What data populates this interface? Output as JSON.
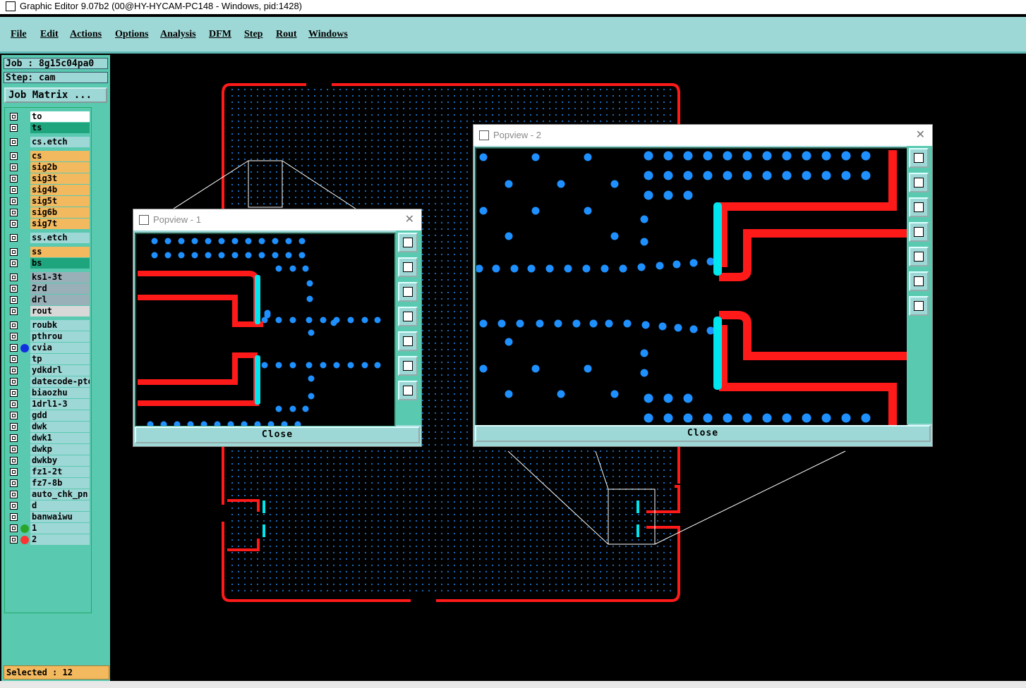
{
  "window": {
    "title": "Graphic Editor 9.07b2 (00@HY-HYCAM-PC148 - Windows, pid:1428)"
  },
  "menu": [
    "File",
    "Edit",
    "Actions",
    "Options",
    "Analysis",
    "DFM",
    "Step",
    "Rout",
    "Windows"
  ],
  "job": {
    "job_label": "Job : 8g15c04pa0",
    "step_label": "Step: cam",
    "matrix_button": "Job Matrix ..."
  },
  "layers": [
    {
      "name": "to",
      "color": "#ffffff"
    },
    {
      "name": "ts",
      "color": "#1fa57e"
    },
    {
      "name": "cs.etch",
      "color": "#9ed8d6"
    },
    {
      "name": "cs",
      "color": "#f3b95f"
    },
    {
      "name": "sig2b",
      "color": "#f3b95f"
    },
    {
      "name": "sig3t",
      "color": "#f3b95f"
    },
    {
      "name": "sig4b",
      "color": "#f3b95f"
    },
    {
      "name": "sig5t",
      "color": "#f3b95f"
    },
    {
      "name": "sig6b",
      "color": "#f3b95f"
    },
    {
      "name": "sig7t",
      "color": "#f3b95f"
    },
    {
      "name": "ss.etch",
      "color": "#9ed8d6"
    },
    {
      "name": "ss",
      "color": "#f3b95f"
    },
    {
      "name": "bs",
      "color": "#1fa57e"
    },
    {
      "name": "ks1-3t",
      "color": "#9ab0b8"
    },
    {
      "name": "2rd",
      "color": "#9ab0b8"
    },
    {
      "name": "drl",
      "color": "#9ab0b8"
    },
    {
      "name": "rout",
      "color": "#d8d8d8"
    },
    {
      "name": "roubk",
      "color": "#9ed8d6"
    },
    {
      "name": "pthrou",
      "color": "#9ed8d6"
    },
    {
      "name": "cvia",
      "color": "#9ed8d6",
      "marker": "#1030e0"
    },
    {
      "name": "tp",
      "color": "#9ed8d6"
    },
    {
      "name": "ydkdrl",
      "color": "#9ed8d6"
    },
    {
      "name": "datecode-pto",
      "color": "#9ed8d6"
    },
    {
      "name": "biaozhu",
      "color": "#9ed8d6"
    },
    {
      "name": "1drl1-3",
      "color": "#9ed8d6"
    },
    {
      "name": "gdd",
      "color": "#9ed8d6"
    },
    {
      "name": "dwk",
      "color": "#9ed8d6"
    },
    {
      "name": "dwk1",
      "color": "#9ed8d6"
    },
    {
      "name": "dwkp",
      "color": "#9ed8d6"
    },
    {
      "name": "dwkby",
      "color": "#9ed8d6"
    },
    {
      "name": "fz1-2t",
      "color": "#9ed8d6"
    },
    {
      "name": "fz7-8b",
      "color": "#9ed8d6"
    },
    {
      "name": "auto_chk_pn",
      "color": "#9ed8d6"
    },
    {
      "name": "d",
      "color": "#9ed8d6"
    },
    {
      "name": "banwaiwu",
      "color": "#9ed8d6"
    },
    {
      "name": "1",
      "color": "#9ed8d6",
      "marker": "#2aa52a"
    },
    {
      "name": "2",
      "color": "#9ed8d6",
      "marker": "#ff3333"
    }
  ],
  "status": {
    "selected": "Selected : 12"
  },
  "popups": [
    {
      "title": "Popview - 1",
      "close_label": "Close"
    },
    {
      "title": "Popview - 2",
      "close_label": "Close"
    }
  ],
  "toolbar_icons": [
    "zoom-fit-icon",
    "pan-up-icon",
    "pan-down-icon",
    "pan-left-icon",
    "pan-right-icon",
    "zoom-in-icon",
    "zoom-out-icon"
  ],
  "colors": {
    "board_outline": "#ff1a1a",
    "via": "#1e90ff",
    "pad": "#00e5ee",
    "panel": "#9ed8d6",
    "sidebar": "#59c9b0",
    "warning": "#f3b95f"
  }
}
